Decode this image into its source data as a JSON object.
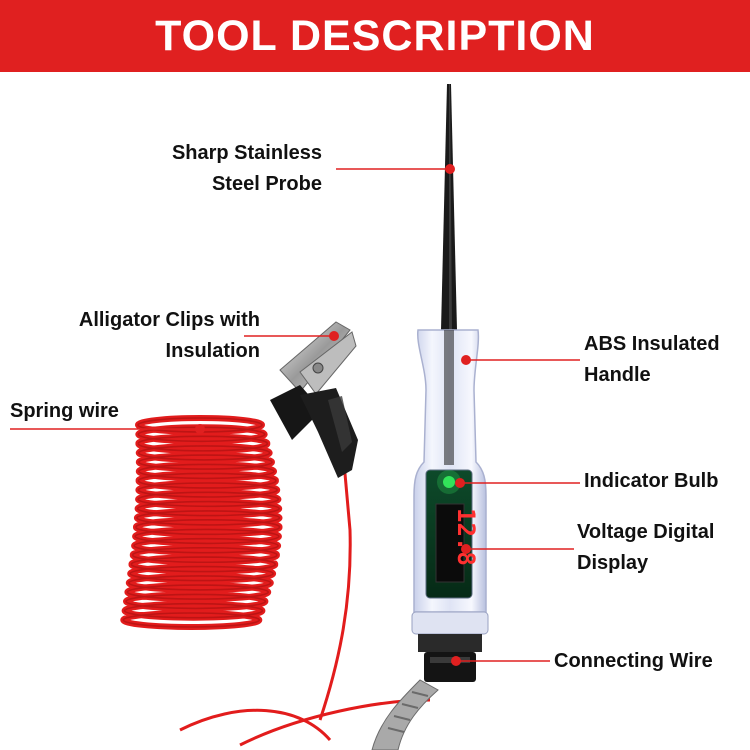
{
  "header": {
    "title": "TOOL DESCRIPTION"
  },
  "colors": {
    "banner": "#e02020",
    "accent": "#e02020",
    "text": "#111111",
    "wire": "#e21c1c"
  },
  "labels": {
    "probe": [
      "Sharp Stainless",
      "Steel Probe"
    ],
    "clips": [
      "Alligator Clips with",
      "Insulation"
    ],
    "spring": [
      "Spring wire"
    ],
    "handle": [
      "ABS Insulated",
      "Handle"
    ],
    "bulb": [
      "Indicator Bulb"
    ],
    "display": [
      "Voltage Digital",
      "Display"
    ],
    "connecting": [
      "Connecting Wire"
    ]
  },
  "display_reading": "12.8"
}
